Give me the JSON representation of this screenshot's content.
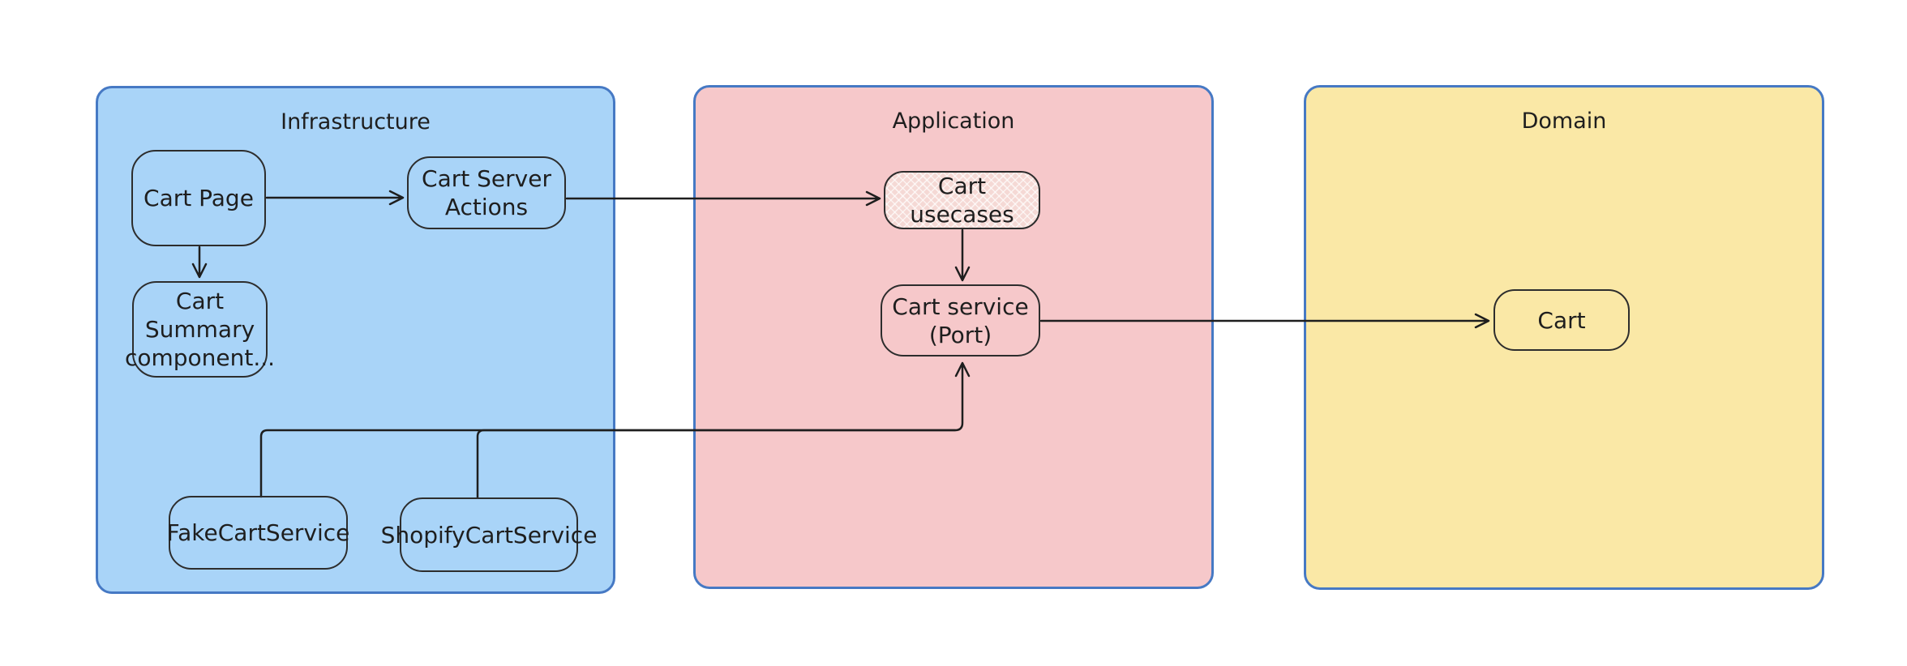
{
  "containers": {
    "infrastructure": {
      "label": "Infrastructure",
      "fill": "#a9d4f8",
      "stroke": "#4679c4"
    },
    "application": {
      "label": "Application",
      "fill": "#f6c8ca",
      "stroke": "#4679c4"
    },
    "domain": {
      "label": "Domain",
      "fill": "#fae8a6",
      "stroke": "#4679c4"
    }
  },
  "nodes": {
    "cart_page": {
      "label": "Cart Page"
    },
    "cart_server_actions": {
      "label": "Cart Server\nActions"
    },
    "cart_summary": {
      "label": "Cart Summary\ncomponent..."
    },
    "fake_cart_service": {
      "label": "FakeCartService"
    },
    "shopify_cart_service": {
      "label": "ShopifyCartService"
    },
    "cart_usecases": {
      "label": "Cart usecases",
      "fill": "#f5d9d5",
      "fill_style": "cross-hatch"
    },
    "cart_service_port": {
      "label": "Cart service\n(Port)"
    },
    "cart": {
      "label": "Cart"
    }
  },
  "edges": [
    {
      "from": "Cart Page",
      "to": "Cart Server Actions",
      "type": "arrow"
    },
    {
      "from": "Cart Page",
      "to": "Cart Summary component...",
      "type": "arrow"
    },
    {
      "from": "Cart Server Actions",
      "to": "Cart usecases",
      "type": "arrow"
    },
    {
      "from": "Cart usecases",
      "to": "Cart service (Port)",
      "type": "arrow"
    },
    {
      "from": "Cart service (Port)",
      "to": "Cart",
      "type": "arrow"
    },
    {
      "from": "FakeCartService",
      "to": "Cart service (Port)",
      "type": "arrow"
    },
    {
      "from": "ShopifyCartService",
      "to": "Cart service (Port)",
      "type": "arrow"
    }
  ],
  "colors": {
    "background": "#ffffff",
    "container_stroke": "#4679c4",
    "node_stroke": "#2d2d2d",
    "edge_stroke": "#1e1e1e",
    "text": "#1e1e1e"
  }
}
